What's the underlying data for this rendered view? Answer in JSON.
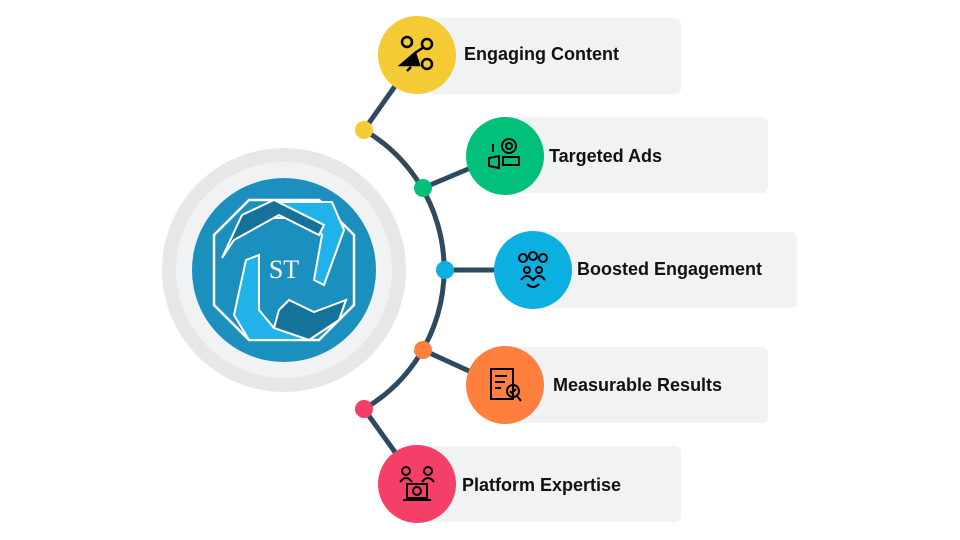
{
  "logo": {
    "text": "ST"
  },
  "items": [
    {
      "label": "Engaging Content",
      "color": "#F4CB35",
      "icon": "megaphone-social-icon"
    },
    {
      "label": "Targeted Ads",
      "color": "#00C07A",
      "icon": "target-ads-icon"
    },
    {
      "label": "Boosted Engagement",
      "color": "#0BB0E0",
      "icon": "audience-magnet-icon"
    },
    {
      "label": "Measurable Results",
      "color": "#FF7F3F",
      "icon": "checklist-magnifier-icon"
    },
    {
      "label": "Platform Expertise",
      "color": "#F43F68",
      "icon": "team-laptop-globe-icon"
    }
  ],
  "line_color": "#2F4A5E"
}
